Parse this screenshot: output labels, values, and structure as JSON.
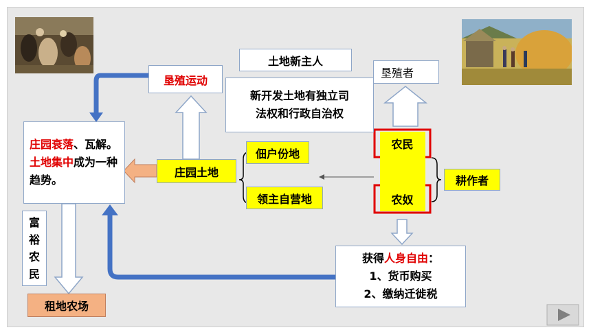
{
  "nodes": {
    "new_land_owner": "土地新主人",
    "settler": "垦殖者",
    "reclamation_movement": "垦殖运动",
    "autonomy_line1": "新开发土地有独立司",
    "autonomy_line2": "法权和行政自治权",
    "decline_red1": "庄园衰落",
    "decline_plain1": "、瓦解。",
    "decline_red2": "土地集中",
    "decline_plain2": "成为一种趋势。",
    "manor_land": "庄园土地",
    "tenant_land": "佃户份地",
    "lord_demesne": "领主自营地",
    "peasant": "农民",
    "serf": "农奴",
    "cultivator": "耕作者",
    "rich_peasant": [
      "富",
      "裕",
      "农",
      "民"
    ],
    "lease_farm": "租地农场",
    "freedom_prefix": "获得",
    "freedom_red": "人身自由",
    "freedom_suffix": "：",
    "freedom_item1": "1、货币购买",
    "freedom_item2": "2、缴纳迁徙税"
  },
  "colors": {
    "highlight_red": "#e00000",
    "yellow_box": "#ffff00",
    "blue_arrow": "#4472c4",
    "peach_box": "#f4b183"
  },
  "icons": {
    "next_slide": "play-icon"
  }
}
